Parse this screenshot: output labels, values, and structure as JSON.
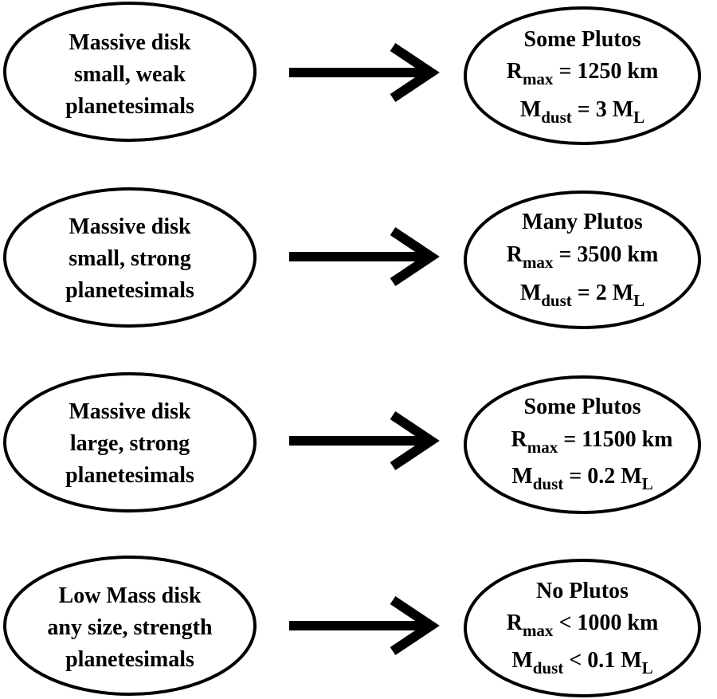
{
  "rows": [
    {
      "input": [
        "Massive disk",
        "small, weak",
        "planetesimals"
      ],
      "output": {
        "title": "Some Plutos",
        "r_symbol": "R",
        "r_sub": "max",
        "r_value": " = 1250 km",
        "m_symbol": "M",
        "m_sub": "dust",
        "m_value": " = 3 M",
        "m_unit_sub": "L"
      }
    },
    {
      "input": [
        "Massive disk",
        "small, strong",
        "planetesimals"
      ],
      "output": {
        "title": "Many Plutos",
        "r_symbol": "R",
        "r_sub": "max",
        "r_value": " = 3500 km",
        "m_symbol": "M",
        "m_sub": "dust",
        "m_value": " = 2 M",
        "m_unit_sub": "L"
      }
    },
    {
      "input": [
        "Massive disk",
        "large, strong",
        "planetesimals"
      ],
      "output": {
        "title": "Some Plutos",
        "r_symbol": "R",
        "r_sub": "max",
        "r_value": " = 11500 km",
        "m_symbol": "M",
        "m_sub": "dust",
        "m_value": " = 0.2 M",
        "m_unit_sub": "L"
      }
    },
    {
      "input": [
        "Low Mass disk",
        "any size, strength",
        "planetesimals"
      ],
      "output": {
        "title": "No Plutos",
        "r_symbol": "R",
        "r_sub": "max",
        "r_value": " < 1000 km",
        "m_symbol": "M",
        "m_sub": "dust",
        "m_value": " < 0.1 M",
        "m_unit_sub": "L"
      }
    }
  ]
}
